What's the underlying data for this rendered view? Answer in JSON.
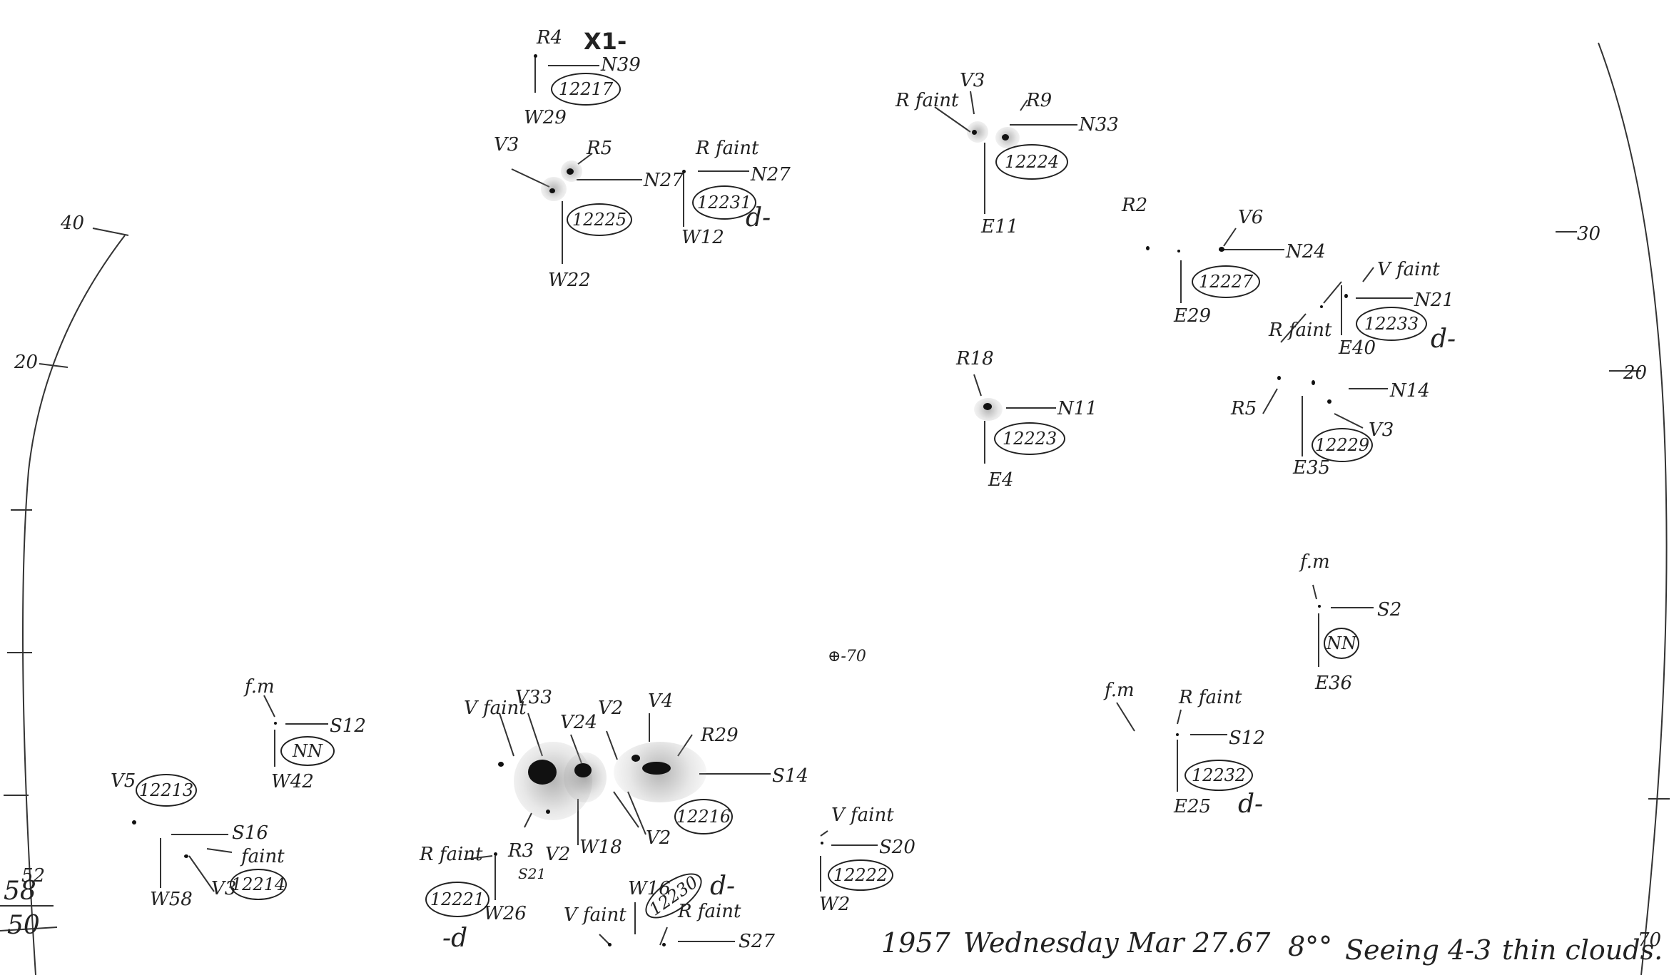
{
  "groups": {
    "g12217": {
      "class": "R4",
      "flare": "X1-",
      "lat": "N39",
      "lon": "W29",
      "number": "12217"
    },
    "g12225": {
      "class_left": "V3",
      "class_right": "R5",
      "lat": "N27",
      "lon": "W22",
      "number": "12225"
    },
    "g12231": {
      "class": "R faint",
      "lat": "N27",
      "lon": "W12",
      "number": "12231",
      "suffix": "d-"
    },
    "g12224": {
      "class_a": "R faint",
      "class_b": "V3",
      "class_c": "R9",
      "lat": "N33",
      "lon": "E11",
      "number": "12224"
    },
    "g12227": {
      "class_a": "R2",
      "class_b": "V6",
      "lat": "N24",
      "lon": "E29",
      "number": "12227"
    },
    "g12233": {
      "class_a": "V faint",
      "class_b": "R faint",
      "lat": "N21",
      "lon": "E40",
      "number": "12233",
      "suffix": "d-"
    },
    "g12223": {
      "class": "R18",
      "lat": "N11",
      "lon": "E4",
      "number": "12223"
    },
    "g12229": {
      "class_a": "R5",
      "class_b": "V3",
      "lat": "N14",
      "lon": "E35",
      "number": "12229"
    },
    "gNN_E36": {
      "note": "f.m",
      "lat": "S2",
      "lon": "E36",
      "number": "NN"
    },
    "g12232": {
      "note": "f.m",
      "class": "R faint",
      "lat": "S12",
      "lon": "E25",
      "number": "12232",
      "suffix": "d-"
    },
    "g12222": {
      "class": "V faint",
      "lat": "S20",
      "lon": "W2",
      "number": "12222"
    },
    "gNN_W42": {
      "note": "f.m",
      "lat": "S12",
      "lon": "W42",
      "number": "NN"
    },
    "g12213": {
      "class": "V5",
      "number": "12213"
    },
    "g12214": {
      "class_a": "faint",
      "class_b": "V3",
      "lat": "S16",
      "lon": "W58",
      "number": "12214"
    },
    "g12216": {
      "class_a": "V faint",
      "class_b": "V33",
      "class_c": "V24",
      "class_d": "V2",
      "class_e": "V4",
      "class_f": "R29",
      "class_g": "V2",
      "lat": "S14",
      "lon": "W18",
      "number": "12216"
    },
    "g12221": {
      "class_a": "R faint",
      "class_b": "R3",
      "class_c": "V2",
      "lat": "S21",
      "lon": "W26",
      "number": "12221",
      "suffix": "-d"
    },
    "g12230": {
      "class_a": "V faint",
      "class_b": "R faint",
      "lat": "S27",
      "lon": "W16",
      "number": "12230",
      "suffix": "d-"
    }
  },
  "center_mark": "⊕-70",
  "margin": {
    "left_40": "40",
    "left_20": "20",
    "right_30": "30",
    "right_20": "20",
    "corner_bl_1": "52",
    "corner_bl_2": "58",
    "corner_bl_3": "50",
    "corner_br": "70"
  },
  "footer": {
    "year": "1957",
    "date": "Wednesday Mar 27.67",
    "time": "8°°",
    "seeing": "Seeing 4-3",
    "conditions": "thin clouds."
  }
}
